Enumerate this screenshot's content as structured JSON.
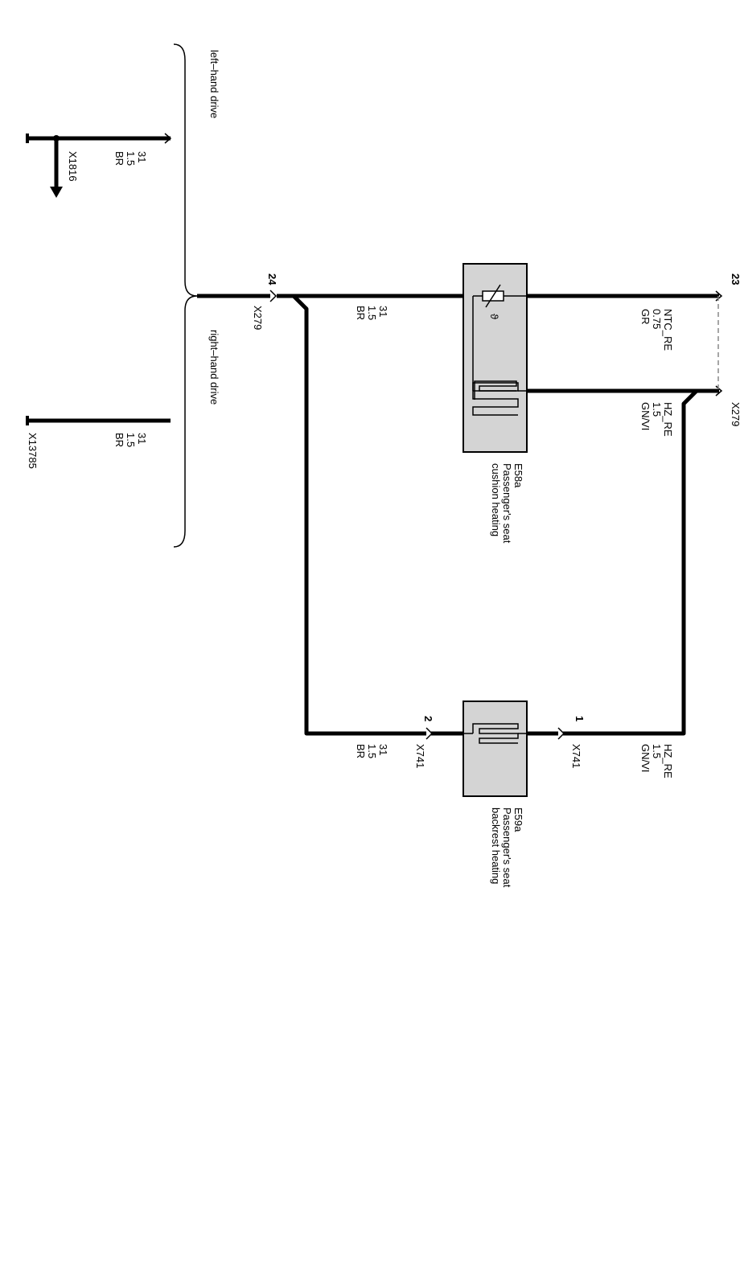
{
  "annotations": {
    "left_hand_drive": "left–hand drive",
    "right_hand_drive": "right–hand drive"
  },
  "wires": {
    "ground_top": [
      "31",
      "1.5",
      "BR"
    ],
    "ground_main": [
      "31",
      "1.5",
      "BR"
    ],
    "ground_bottom": [
      "31",
      "1.5",
      "BR"
    ],
    "ground_backrest": [
      "31",
      "1.5",
      "BR"
    ],
    "ntc": [
      "NTC_RE",
      "0.75",
      "GR"
    ],
    "hz_cushion": [
      "HZ_RE",
      "1.5",
      "GN/VI"
    ],
    "hz_backrest": [
      "HZ_RE",
      "1.5",
      "GN/VI"
    ]
  },
  "connectors": {
    "x1816": "X1816",
    "x13785": "X13785",
    "x279": "X279",
    "x279_pin": "24",
    "x741_left": "X741",
    "x741_left_pin": "2",
    "x741_right": "X741",
    "x741_right_pin": "1",
    "right_edge_top": "23",
    "right_edge_bottom": "X279"
  },
  "components": {
    "cushion": {
      "id": "E58a",
      "name": [
        "Passenger's seat",
        "cushion heating"
      ]
    },
    "backrest": {
      "id": "E59a",
      "name": [
        "Passenger's seat",
        "backrest heating"
      ]
    }
  },
  "colors": {
    "line": "#000000",
    "box_fill": "#d4d4d4",
    "dashed": "#888888"
  }
}
